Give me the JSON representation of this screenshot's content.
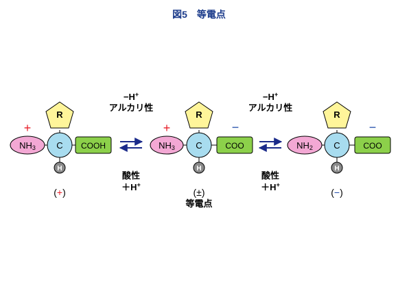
{
  "figure": {
    "title": "図5　等電点"
  },
  "arrows": [
    {
      "top_label": [
        "−H",
        "アルカリ性"
      ],
      "bottom_label": [
        "酸性",
        "＋H"
      ],
      "superscript": "+"
    },
    {
      "top_label": [
        "−H",
        "アルカリ性"
      ],
      "bottom_label": [
        "酸性",
        "＋H"
      ],
      "superscript": "+"
    }
  ],
  "molecules": [
    {
      "center": "C",
      "side_chain": "R",
      "hydrogen": "H",
      "amino": {
        "base": "NH",
        "sub": "3"
      },
      "carboxyl": "COOH",
      "amino_charge": "+",
      "carboxyl_charge": "",
      "net_charge": {
        "open": "(",
        "sign": "+",
        "close": ")"
      },
      "note": ""
    },
    {
      "center": "C",
      "side_chain": "R",
      "hydrogen": "H",
      "amino": {
        "base": "NH",
        "sub": "3"
      },
      "carboxyl": "COO",
      "amino_charge": "+",
      "carboxyl_charge": "−",
      "net_charge": {
        "open": "(",
        "sign": "±",
        "close": ")"
      },
      "note": "等電点"
    },
    {
      "center": "C",
      "side_chain": "R",
      "hydrogen": "H",
      "amino": {
        "base": "NH",
        "sub": "2"
      },
      "carboxyl": "COO",
      "amino_charge": "",
      "carboxyl_charge": "−",
      "net_charge": {
        "open": "(",
        "sign": "−",
        "close": ")"
      },
      "note": ""
    }
  ],
  "colors": {
    "title": "#1a3a8a",
    "positive_charge": "#e8202a",
    "negative_charge": "#1e4aa8",
    "amino_fill": "#f3a8d4",
    "center_fill": "#a8dcef",
    "carboxyl_fill": "#8cd04a",
    "side_chain_fill": "#fff59a",
    "hydrogen_fill": "#8a8a8a",
    "arrow": "#1a2a8a",
    "text": "#000000"
  }
}
